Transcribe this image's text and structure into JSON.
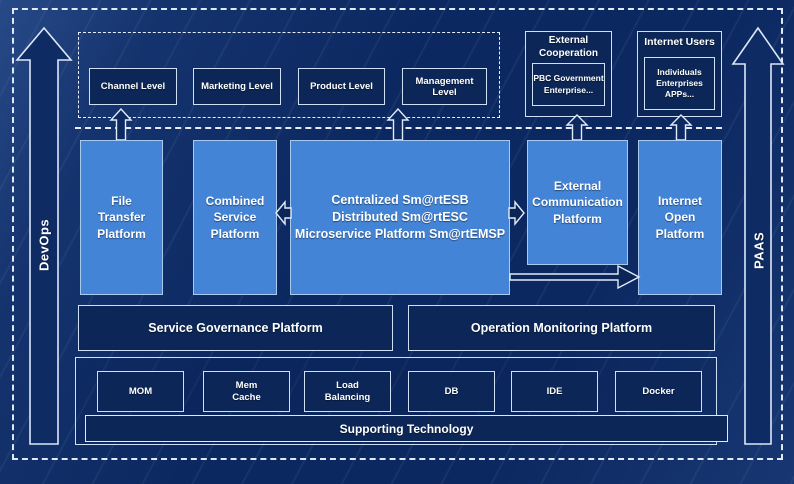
{
  "frame": {
    "devops_label": "DevOps",
    "paas_label": "PAAS"
  },
  "levels": {
    "items": [
      {
        "label": "Channel Level"
      },
      {
        "label": "Marketing Level"
      },
      {
        "label": "Product Level"
      },
      {
        "label": "Management Level"
      }
    ]
  },
  "external_cooperation": {
    "title": "External\nCooperation",
    "content": "PBC Government\nEnterprise..."
  },
  "internet_users": {
    "title": "Internet Users",
    "content": "Individuals\nEnterprises\nAPPs..."
  },
  "platforms": {
    "file_transfer": "File\nTransfer\nPlatform",
    "combined_service": "Combined\nService\nPlatform",
    "central": "Centralized Sm@rtESB\nDistributed Sm@rtESC\nMicroservice Platform Sm@rtEMSP",
    "external_communication": "External\nCommunication\nPlatform",
    "internet_open": "Internet\nOpen\nPlatform"
  },
  "governance": {
    "service": "Service Governance Platform",
    "operation": "Operation Monitoring Platform"
  },
  "supporting": {
    "items": [
      "MOM",
      "Mem\nCache",
      "Load\nBalancing",
      "DB",
      "IDE",
      "Docker"
    ],
    "title": "Supporting Technology"
  },
  "colors": {
    "background": "#0c2861",
    "platform_fill": "#4484d6",
    "dark_box_fill": "#0c2757",
    "border_light": "#cfe0f5",
    "dashed_line": "#e6eefb",
    "text": "#ffffff"
  }
}
